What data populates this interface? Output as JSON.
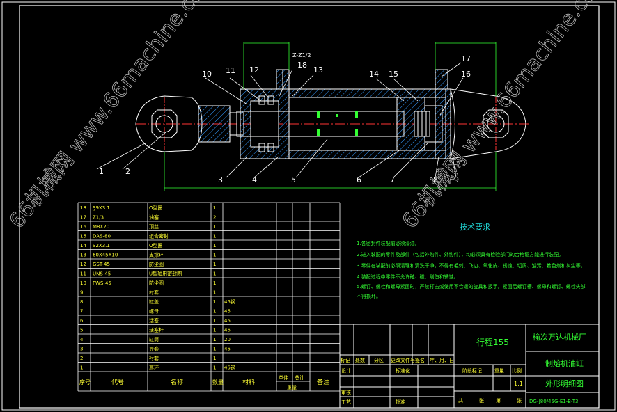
{
  "parts_list": [
    {
      "no": "18",
      "code": "Ş9X3.1",
      "name": "O型圈",
      "qty": "1",
      "material": ""
    },
    {
      "no": "17",
      "code": "Z1/3",
      "name": "油塞",
      "qty": "2",
      "material": ""
    },
    {
      "no": "16",
      "code": "M8X20",
      "name": "顶丝",
      "qty": "1",
      "material": ""
    },
    {
      "no": "15",
      "code": "DAS-80",
      "name": "组合密封",
      "qty": "1",
      "material": ""
    },
    {
      "no": "14",
      "code": "S2X3.1",
      "name": "O型圈",
      "qty": "1",
      "material": ""
    },
    {
      "no": "13",
      "code": "60X45X10",
      "name": "支撑环",
      "qty": "1",
      "material": ""
    },
    {
      "no": "12",
      "code": "GST-45",
      "name": "防尘圈",
      "qty": "1",
      "material": ""
    },
    {
      "no": "11",
      "code": "UNS-45",
      "name": "U型轴用密封圈",
      "qty": "1",
      "material": ""
    },
    {
      "no": "10",
      "code": "FWS-45",
      "name": "防尘圈",
      "qty": "1",
      "material": ""
    },
    {
      "no": "9",
      "code": "",
      "name": "衬套",
      "qty": "1",
      "material": ""
    },
    {
      "no": "8",
      "code": "",
      "name": "缸盖",
      "qty": "1",
      "material": "45钢"
    },
    {
      "no": "7",
      "code": "",
      "name": "螺母",
      "qty": "1",
      "material": "45"
    },
    {
      "no": "6",
      "code": "",
      "name": "活塞",
      "qty": "1",
      "material": "45"
    },
    {
      "no": "5",
      "code": "",
      "name": "活塞杆",
      "qty": "1",
      "material": "45"
    },
    {
      "no": "4",
      "code": "",
      "name": "缸筒",
      "qty": "1",
      "material": "20"
    },
    {
      "no": "3",
      "code": "",
      "name": "导套",
      "qty": "1",
      "material": "45"
    },
    {
      "no": "2",
      "code": "",
      "name": "衬套",
      "qty": "1",
      "material": ""
    },
    {
      "no": "1",
      "code": "",
      "name": "耳环",
      "qty": "1",
      "material": "45钢"
    }
  ],
  "table_header": {
    "no": "序号",
    "code": "代号",
    "name": "名称",
    "qty": "数量",
    "material": "材料",
    "unit": "单件",
    "total": "总计",
    "weight": "重量",
    "remark": "备注"
  },
  "balloons": [
    "1",
    "2",
    "3",
    "4",
    "5",
    "6",
    "7",
    "8",
    "9",
    "10",
    "11",
    "12",
    "13",
    "14",
    "15",
    "16",
    "17",
    "18"
  ],
  "port_label": "Z-Z1/2",
  "tech": {
    "title": "技术要求",
    "lines": [
      "1.各密封件装配前必须浸油。",
      "2.进入装配的零件及部件（包括外购件、外协件），均必须具有检验部门的合格证方能进行装配。",
      "3.零件在装配前必须清理和清洗干净，不得有毛刺、飞边、氧化皮、锈蚀、切屑、油污、着色剂和灰尘等。",
      "4.装配过程中零件不允许磕、碰、划伤和锈蚀。",
      "5.螺钉、螺栓和螺母紧固时，严禁打击或使用不合适的旋具和扳手。紧固后螺钉槽、螺母和螺钉、螺栓头部",
      "不得损坏。"
    ]
  },
  "title_block": {
    "stroke": "行程155",
    "company": "榆次万达机械厂",
    "product": "制熔机油缸",
    "drawing": "外形明细图",
    "code": "DG-J80/45G-E1-B-T3",
    "scale": "1:1",
    "cells": {
      "mark": "标记",
      "count": "处数",
      "zone": "分区",
      "change_doc": "更改文件号",
      "sign": "签名",
      "date": "年、月、日",
      "design": "设计",
      "std": "标准化",
      "stage": "阶段标记",
      "weight": "重量",
      "ratio": "比例",
      "review": "审核",
      "process": "工艺",
      "approve": "批准",
      "sheet_total": "共",
      "sheet_no": "第",
      "sheets": "张",
      "sheets2": "张"
    }
  },
  "watermark": "66机械网 www.66machine.com",
  "colors": {
    "outline": "#ffffff",
    "hatch": "#3399ff",
    "dim": "#33ff33",
    "center": "#ff3333",
    "leader": "#ffffff",
    "text_green": "#33ff33",
    "text_yellow": "#ffff33",
    "text_cyan": "#22dddd"
  }
}
